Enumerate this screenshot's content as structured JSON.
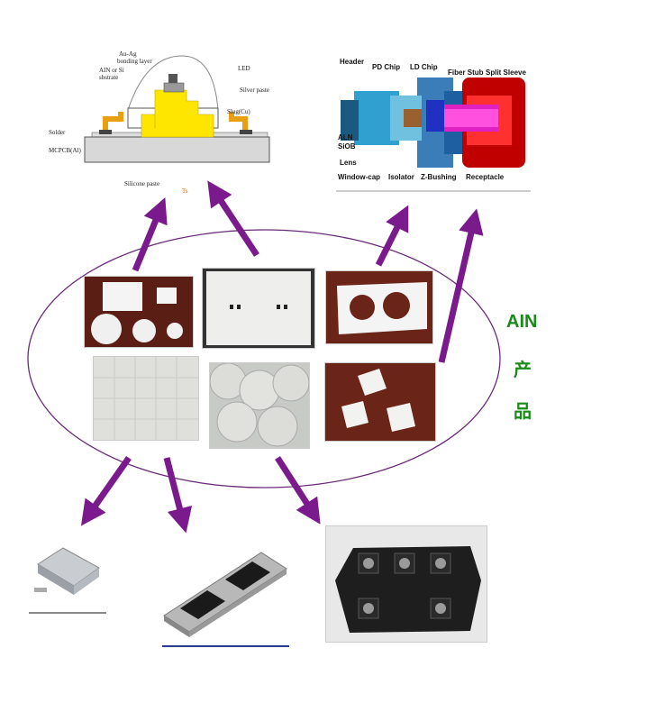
{
  "title": {
    "line1": "AIN",
    "line2": "产",
    "line3": "品"
  },
  "led_diagram": {
    "labels": {
      "au_ag": "Au-Ag",
      "bonding": "bonding layer",
      "ain_si": "AIN or Si",
      "substrate": "sbstrate",
      "led": "LED",
      "silver": "Silver paste",
      "slug": "Slug(Cu)",
      "solder": "Solder",
      "mcpcb": "MCPCB(Al)",
      "silicone": "Silicone paste",
      "ts": "Ts"
    }
  },
  "fiber_diagram": {
    "labels": {
      "header": "Header",
      "pd_chip": "PD Chip",
      "ld_chip": "LD Chip",
      "fiber_stub": "Fiber Stub",
      "split_sleeve": "Split Sleeve",
      "aln": "ALN",
      "siob": "SiOB",
      "lens": "Lens",
      "window_cap": "Window-cap",
      "isolator": "Isolator",
      "z_bushing": "Z-Bushing",
      "receptacle": "Receptacle"
    }
  },
  "colors": {
    "arrow": "#7a1a8c",
    "ellipse": "#6a2b78",
    "ain_text": "#1a8a1a",
    "led_yellow": "#ffe600",
    "photo_bg": "#5a1e14"
  }
}
